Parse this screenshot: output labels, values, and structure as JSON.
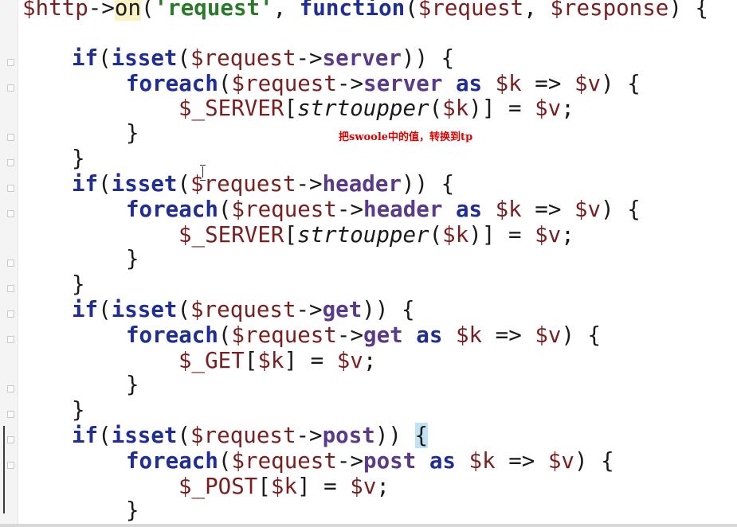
{
  "annotation": "把swoole中的值，转换到tp",
  "code": {
    "l1": [
      "$http",
      "->",
      "on",
      "(",
      "'request'",
      ", ",
      "function",
      "(",
      "$request",
      ", ",
      "$response",
      ") {"
    ],
    "l3": [
      "if",
      "(",
      "isset",
      "(",
      "$request",
      "->",
      "server",
      ")) {"
    ],
    "l4": [
      "foreach",
      "(",
      "$request",
      "->",
      "server",
      " as ",
      "$k",
      " => ",
      "$v",
      ") {"
    ],
    "l5": [
      "$_SERVER",
      "[",
      "strtoupper",
      "(",
      "$k",
      ")] = ",
      "$v",
      ";"
    ],
    "l6": "}",
    "l7": "}",
    "l8": [
      "if",
      "(",
      "isset",
      "(",
      "$request",
      "->",
      "header",
      ")) {"
    ],
    "l9": [
      "foreach",
      "(",
      "$request",
      "->",
      "header",
      " as ",
      "$k",
      " => ",
      "$v",
      ") {"
    ],
    "l10": [
      "$_SERVER",
      "[",
      "strtoupper",
      "(",
      "$k",
      ")] = ",
      "$v",
      ";"
    ],
    "l11": "}",
    "l12": "}",
    "l13": [
      "if",
      "(",
      "isset",
      "(",
      "$request",
      "->",
      "get",
      ")) {"
    ],
    "l14": [
      "foreach",
      "(",
      "$request",
      "->",
      "get",
      " as ",
      "$k",
      " => ",
      "$v",
      ") {"
    ],
    "l15": [
      "$_GET",
      "[",
      "$k",
      "] = ",
      "$v",
      ";"
    ],
    "l16": "}",
    "l17": "}",
    "l18": [
      "if",
      "(",
      "isset",
      "(",
      "$request",
      "->",
      "post",
      ")) ",
      "{"
    ],
    "l19": [
      "foreach",
      "(",
      "$request",
      "->",
      "post",
      " as ",
      "$k",
      " => ",
      "$v",
      ") {"
    ],
    "l20": [
      "$_POST",
      "[",
      "$k",
      "] = ",
      "$v",
      ";"
    ],
    "l21": "}"
  }
}
